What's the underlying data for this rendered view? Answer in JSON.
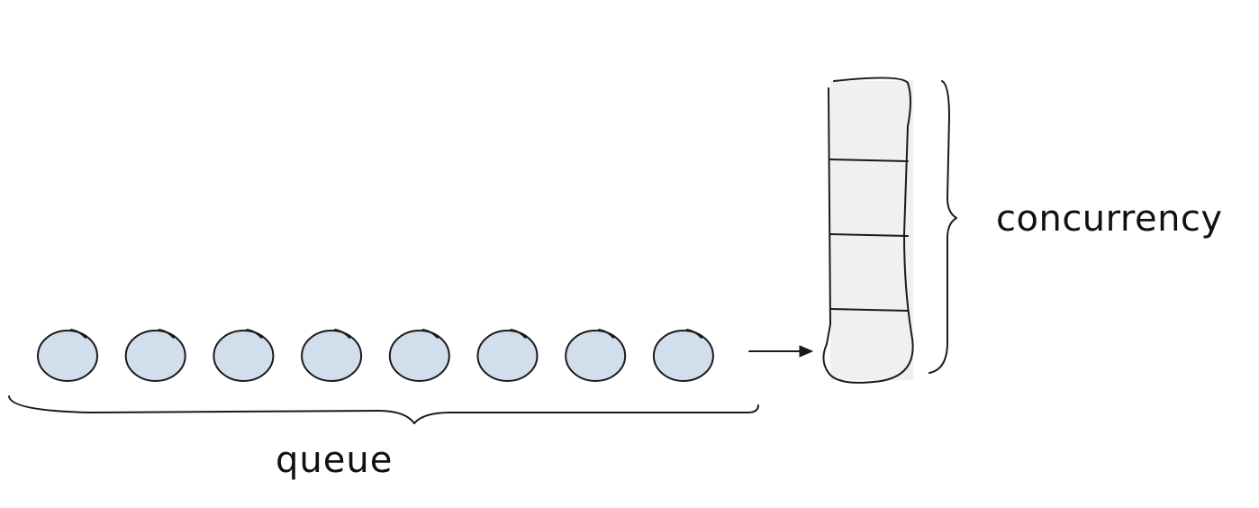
{
  "labels": {
    "queue": "queue",
    "concurrency": "concurrency"
  },
  "queue": {
    "item_count": 8
  },
  "concurrency": {
    "slot_count": 4
  },
  "colors": {
    "queue_item_fill": "#d3deed",
    "container_fill": "#f0f0f0",
    "ink": "#1a1a1a"
  }
}
